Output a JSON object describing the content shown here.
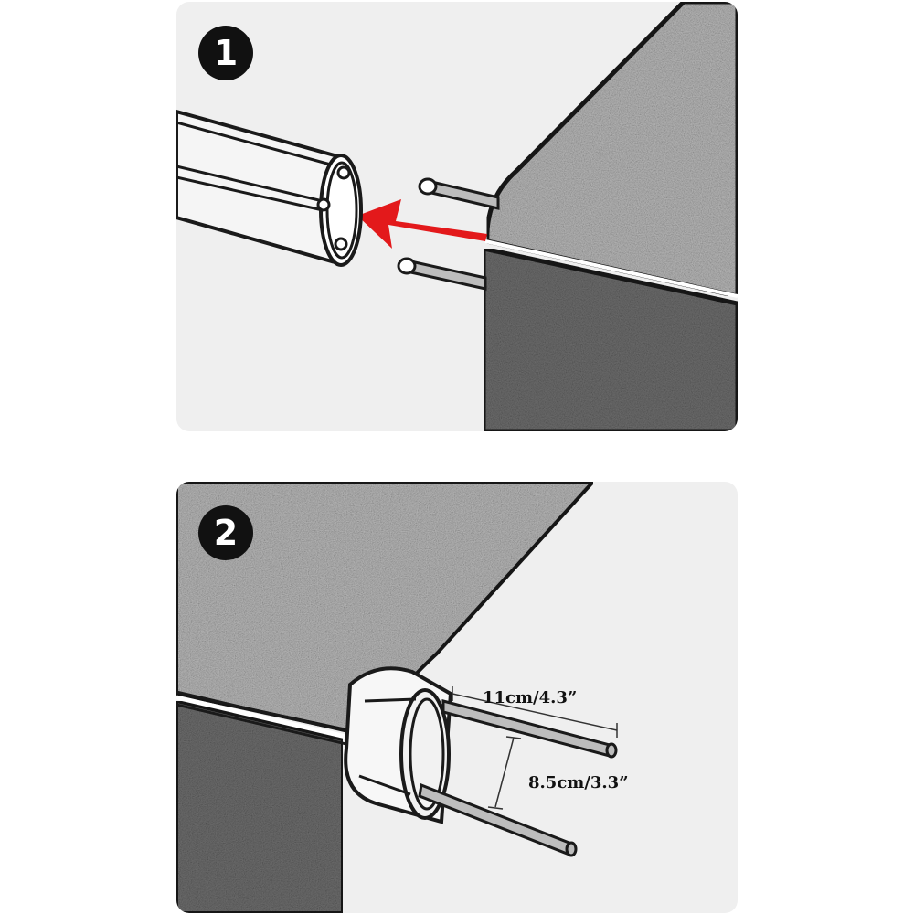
{
  "steps": [
    {
      "number": "1"
    },
    {
      "number": "2"
    }
  ],
  "dimensions": {
    "length": "11cm/4.3”",
    "spacing": "8.5cm/3.3”"
  },
  "colors": {
    "arrow": "#e3191b",
    "mattress_top": "#b9b9b9",
    "mattress_side": "#6e6e6e",
    "panel": "#efefef",
    "badge": "#111111"
  }
}
